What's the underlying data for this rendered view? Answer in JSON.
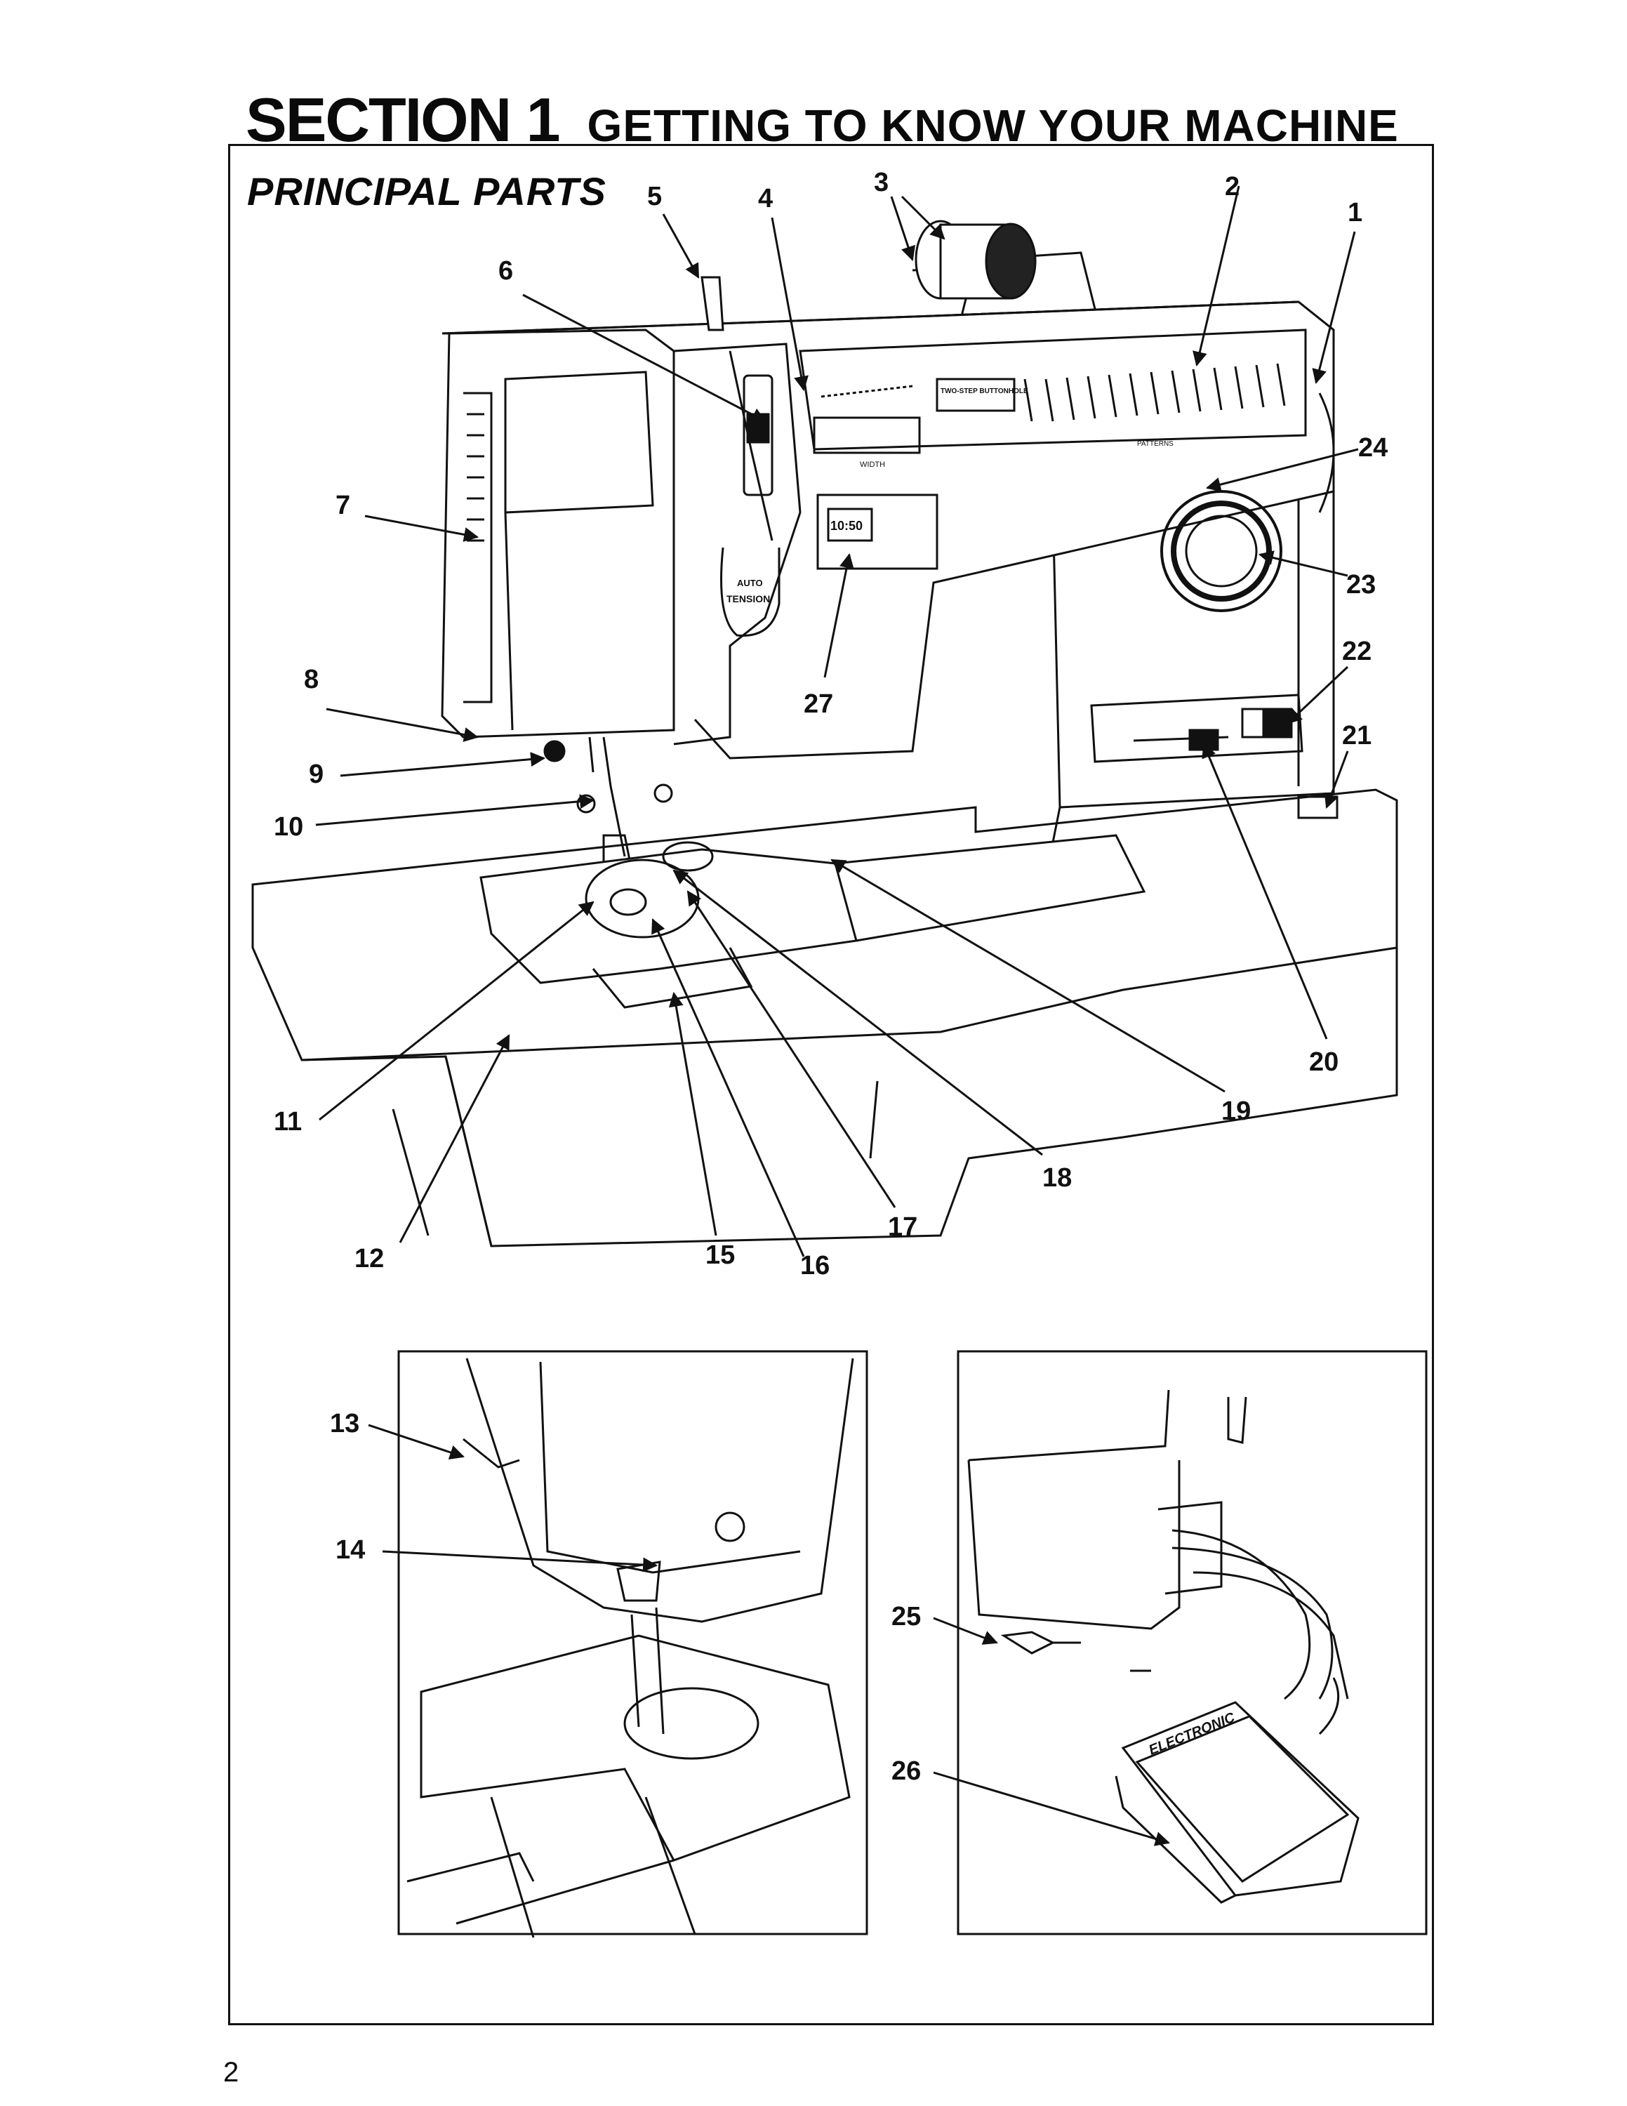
{
  "header": {
    "section": "SECTION 1",
    "title": "GETTING TO KNOW YOUR MACHINE"
  },
  "subtitle": "PRINCIPAL PARTS",
  "machine_labels": {
    "two_step_buttonhole": "TWO-STEP BUTTONHOLE",
    "width": "WIDTH",
    "patterns": "PATTERNS",
    "auto": "AUTO",
    "tension": "TENSION",
    "clock": "10:50",
    "pedal": "ELECTRONIC"
  },
  "callouts": [
    "1",
    "2",
    "3",
    "4",
    "5",
    "6",
    "7",
    "8",
    "9",
    "10",
    "11",
    "12",
    "13",
    "14",
    "15",
    "16",
    "17",
    "18",
    "19",
    "20",
    "21",
    "22",
    "23",
    "24",
    "25",
    "26",
    "27"
  ],
  "page_number": "2"
}
